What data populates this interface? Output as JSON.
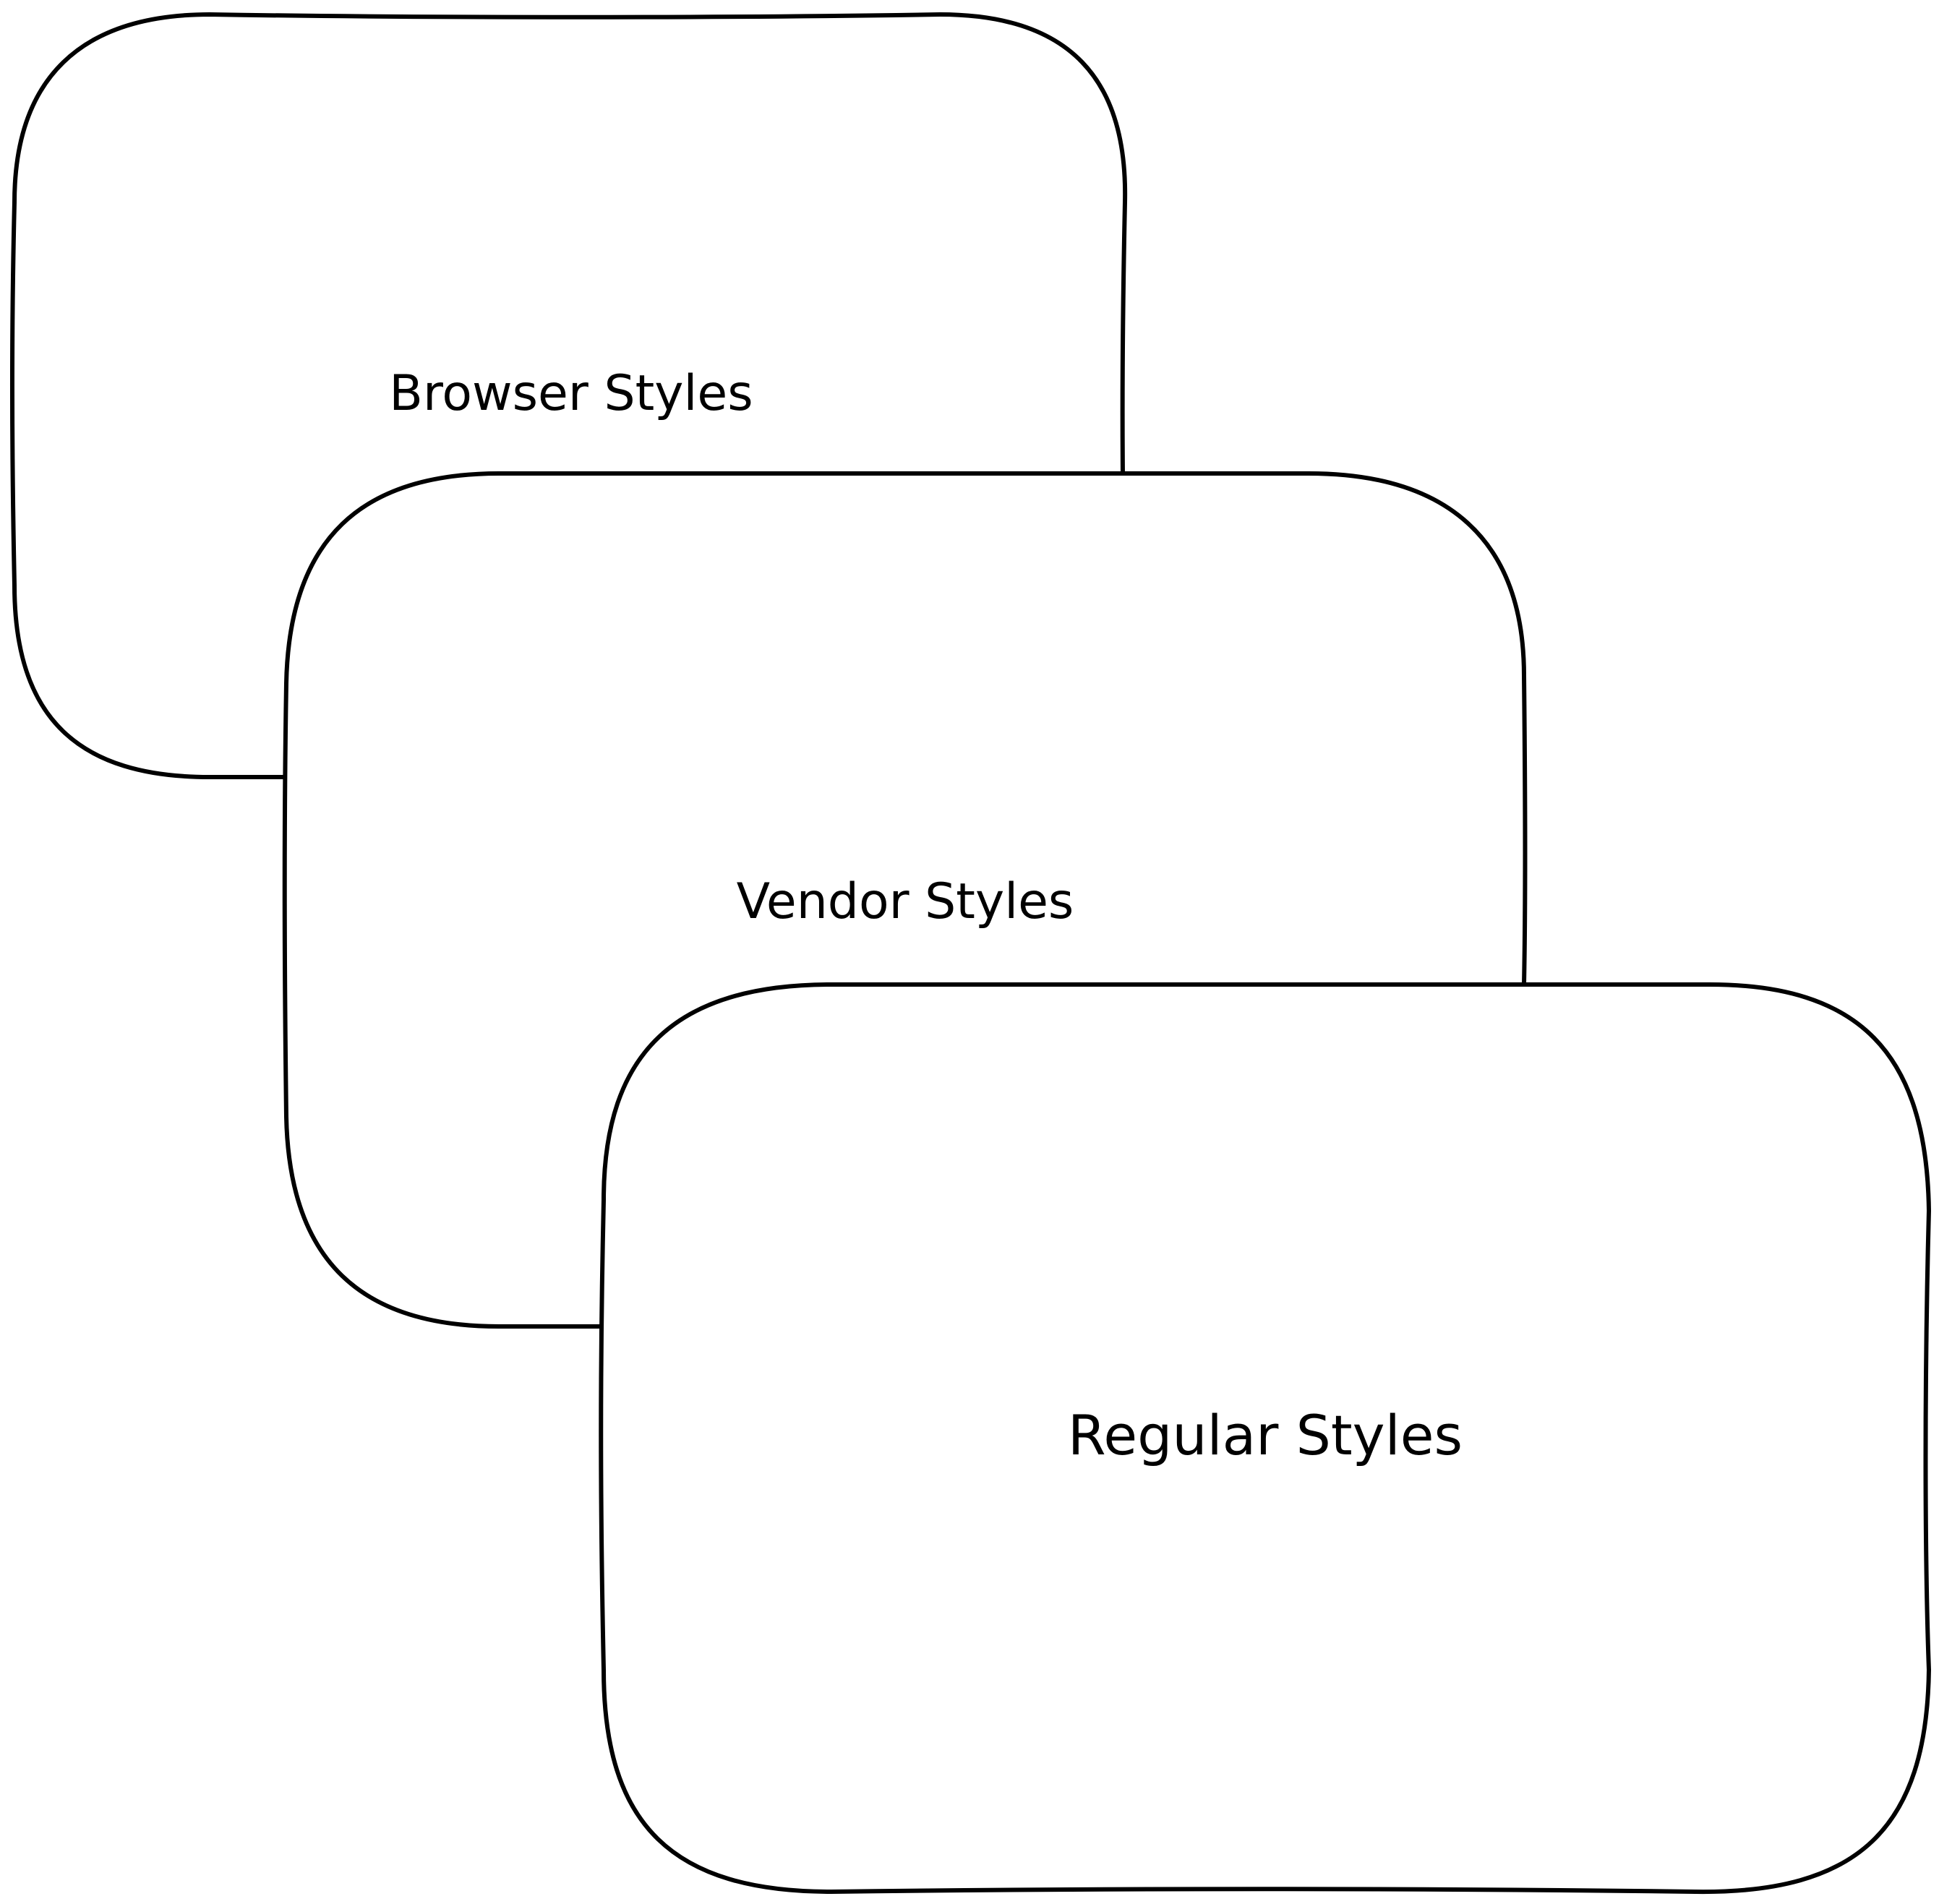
{
  "diagram": {
    "stroke_color": "#000000",
    "background_color": "#ffffff",
    "layers": [
      {
        "label": "Browser Styles"
      },
      {
        "label": "Vendor Styles"
      },
      {
        "label": "Regular Styles"
      }
    ]
  }
}
